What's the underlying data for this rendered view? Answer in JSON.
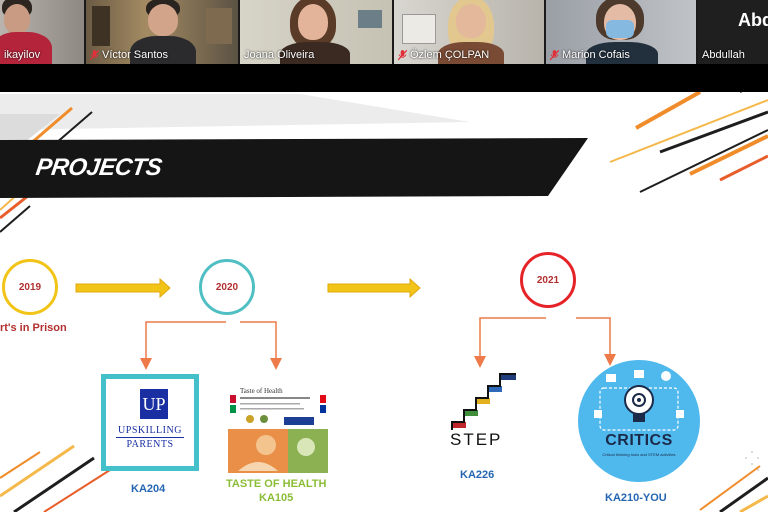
{
  "participants": [
    {
      "name": "ikayilov",
      "muted": false,
      "active": false
    },
    {
      "name": "Víctor Santos",
      "muted": true,
      "active": false
    },
    {
      "name": "Joana Oliveira",
      "muted": false,
      "active": true
    },
    {
      "name": "Özlem ÇOLPAN",
      "muted": true,
      "active": false
    },
    {
      "name": "Marion Cofais",
      "muted": true,
      "active": false
    },
    {
      "name": "Abdullah",
      "initials": "Abd",
      "muted": false,
      "active": false
    }
  ],
  "slide": {
    "title": "PROJECTS",
    "years": [
      "2019",
      "2020",
      "2021"
    ],
    "project_2019": "Art's in Prison",
    "projects": {
      "upskilling": {
        "logo_initials": "UP",
        "logo_line1": "UPSKILLING",
        "logo_line2": "PARENTS",
        "code": "KA204"
      },
      "taste": {
        "logo_title": "Taste of Health",
        "name": "TASTE OF HEALTH",
        "code": "KA105"
      },
      "step": {
        "logo_word": "STEP",
        "code": "KA226"
      },
      "critics": {
        "logo_word": "CRITICS",
        "logo_tagline": "Critical thinking tools and STEM activities",
        "code": "KA210-YOU"
      }
    }
  },
  "colors": {
    "banner": "#151515",
    "year_2019": "#f2c418",
    "year_2020": "#4fbfc4",
    "year_2021": "#e52329",
    "arrow_yellow": "#f2c418",
    "connector": "#ee7a4a",
    "caption_blue": "#2466b2",
    "caption_green": "#8bbd36",
    "caption_red": "#b22f2f"
  }
}
